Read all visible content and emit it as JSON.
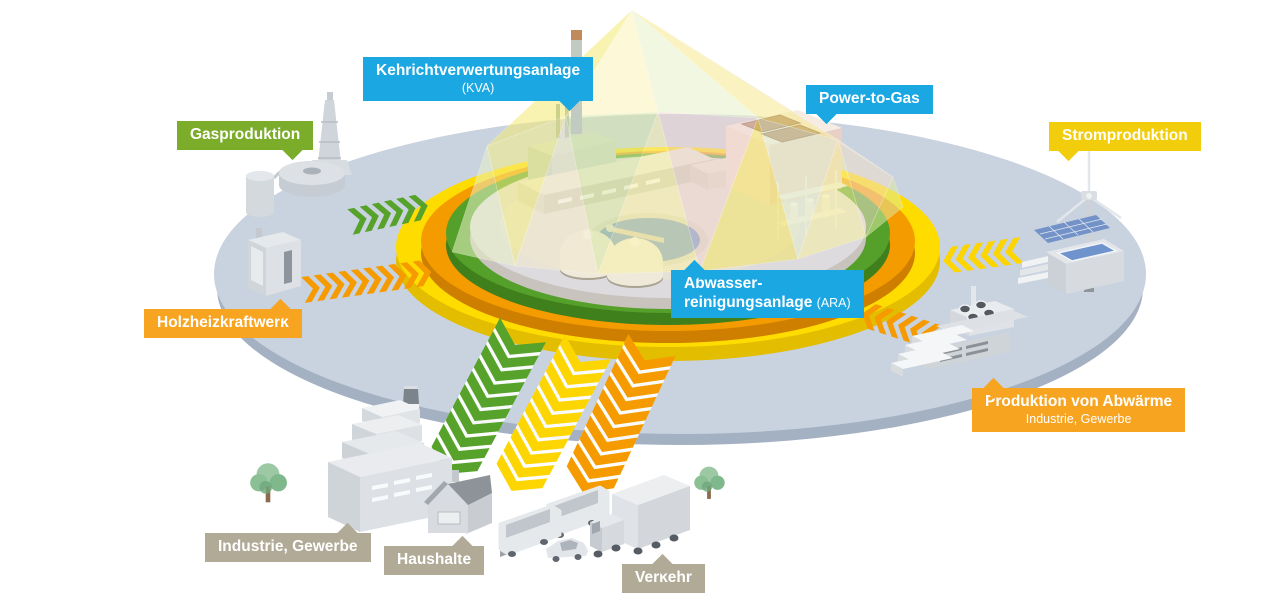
{
  "labels": {
    "kva": {
      "title": "Kehrichtverwertungsanlage",
      "subtitle": "(KVA)"
    },
    "power_to_gas": {
      "title": "Power-to-Gas"
    },
    "gasproduktion": {
      "title": "Gasproduktion"
    },
    "stromproduktion": {
      "title": "Stromproduktion"
    },
    "holzheizkraftwerk": {
      "title": "Holzheizkraftwerk"
    },
    "ara": {
      "title_line1": "Abwasser-",
      "title_line2": "reinigungsanlage",
      "suffix": "(ARA)"
    },
    "abwaerme": {
      "title": "Produktion von Abwärme",
      "subtitle": "Industrie, Gewerbe"
    },
    "industrie_gewerbe": {
      "title": "Industrie, Gewerbe"
    },
    "haushalte": {
      "title": "Haushalte"
    },
    "verkehr": {
      "title": "Verkehr"
    }
  },
  "colors": {
    "label_blue": "#1aa7e2",
    "label_green": "#7bad2a",
    "label_yellow": "#f2cd0c",
    "label_orange": "#f7a420",
    "label_taupe": "#b1aa97",
    "ring_green": "#55a02a",
    "ring_orange": "#f49b00",
    "ring_yellow": "#ffdc00",
    "platform_gray_blue": "#c9d2df",
    "stream_green": "#56a22a",
    "stream_yellow": "#fdd500",
    "stream_orange": "#f59b00"
  },
  "scene": {
    "center_facilities": [
      "energy-dome",
      "kva-plant",
      "ara-plant",
      "power-to-gas-plant"
    ],
    "platform_facilities": [
      "gas-production",
      "wood-heat-power-plant",
      "electricity-production",
      "waste-heat-production"
    ],
    "consumers": [
      "industry-buildings",
      "house",
      "tram",
      "car",
      "truck",
      "trees"
    ],
    "streams": [
      {
        "name": "gas-to-ring",
        "color": "green",
        "direction": "in"
      },
      {
        "name": "wood-heat-to-ring",
        "color": "orange",
        "direction": "in"
      },
      {
        "name": "electricity-to-ring",
        "color": "yellow",
        "direction": "in"
      },
      {
        "name": "waste-heat-to-ring",
        "color": "orange",
        "direction": "in"
      },
      {
        "name": "ring-to-consumers-gas",
        "color": "green",
        "direction": "out"
      },
      {
        "name": "ring-to-consumers-electricity",
        "color": "yellow",
        "direction": "out"
      },
      {
        "name": "ring-to-consumers-heat",
        "color": "orange",
        "direction": "out"
      }
    ]
  }
}
